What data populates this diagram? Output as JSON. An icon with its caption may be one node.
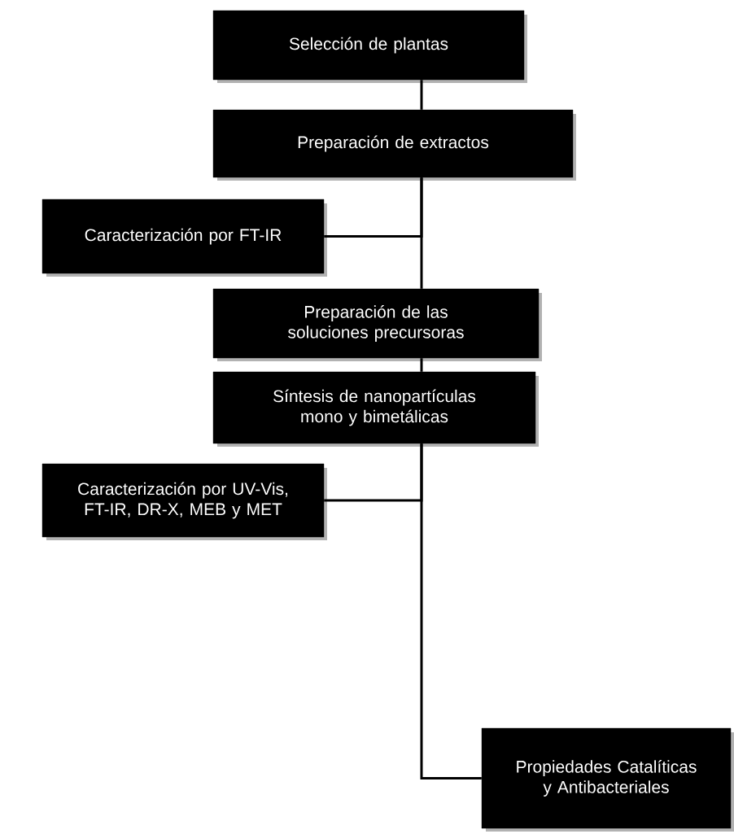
{
  "diagram": {
    "nodes": [
      {
        "text": [
          "Selección de plantas"
        ]
      },
      {
        "text": [
          "Preparación de extractos"
        ]
      },
      {
        "text": [
          "Caracterización por FT-IR"
        ]
      },
      {
        "text": [
          "Preparación de las soluciones precursoras"
        ]
      },
      {
        "text": [
          "Síntesis de nanopartículas mono y bimetálicas"
        ]
      },
      {
        "text": [
          "Caracterización por UV-Vis, FT-IR, DR-X, MEB y MET"
        ]
      },
      {
        "text": [
          "Propiedades Catalíticas y Antibacteriales"
        ]
      }
    ],
    "edges": [
      {
        "from": 0,
        "to": 1,
        "arrow": "none"
      },
      {
        "from": 1,
        "to": 2,
        "arrow": "none"
      },
      {
        "from": 1,
        "to": 3,
        "arrow": "none"
      },
      {
        "from": 3,
        "to": 4,
        "arrow": "none"
      },
      {
        "from": 4,
        "to": 5,
        "arrow": "none"
      },
      {
        "from": 4,
        "to": 6,
        "arrow": "none"
      }
    ]
  }
}
